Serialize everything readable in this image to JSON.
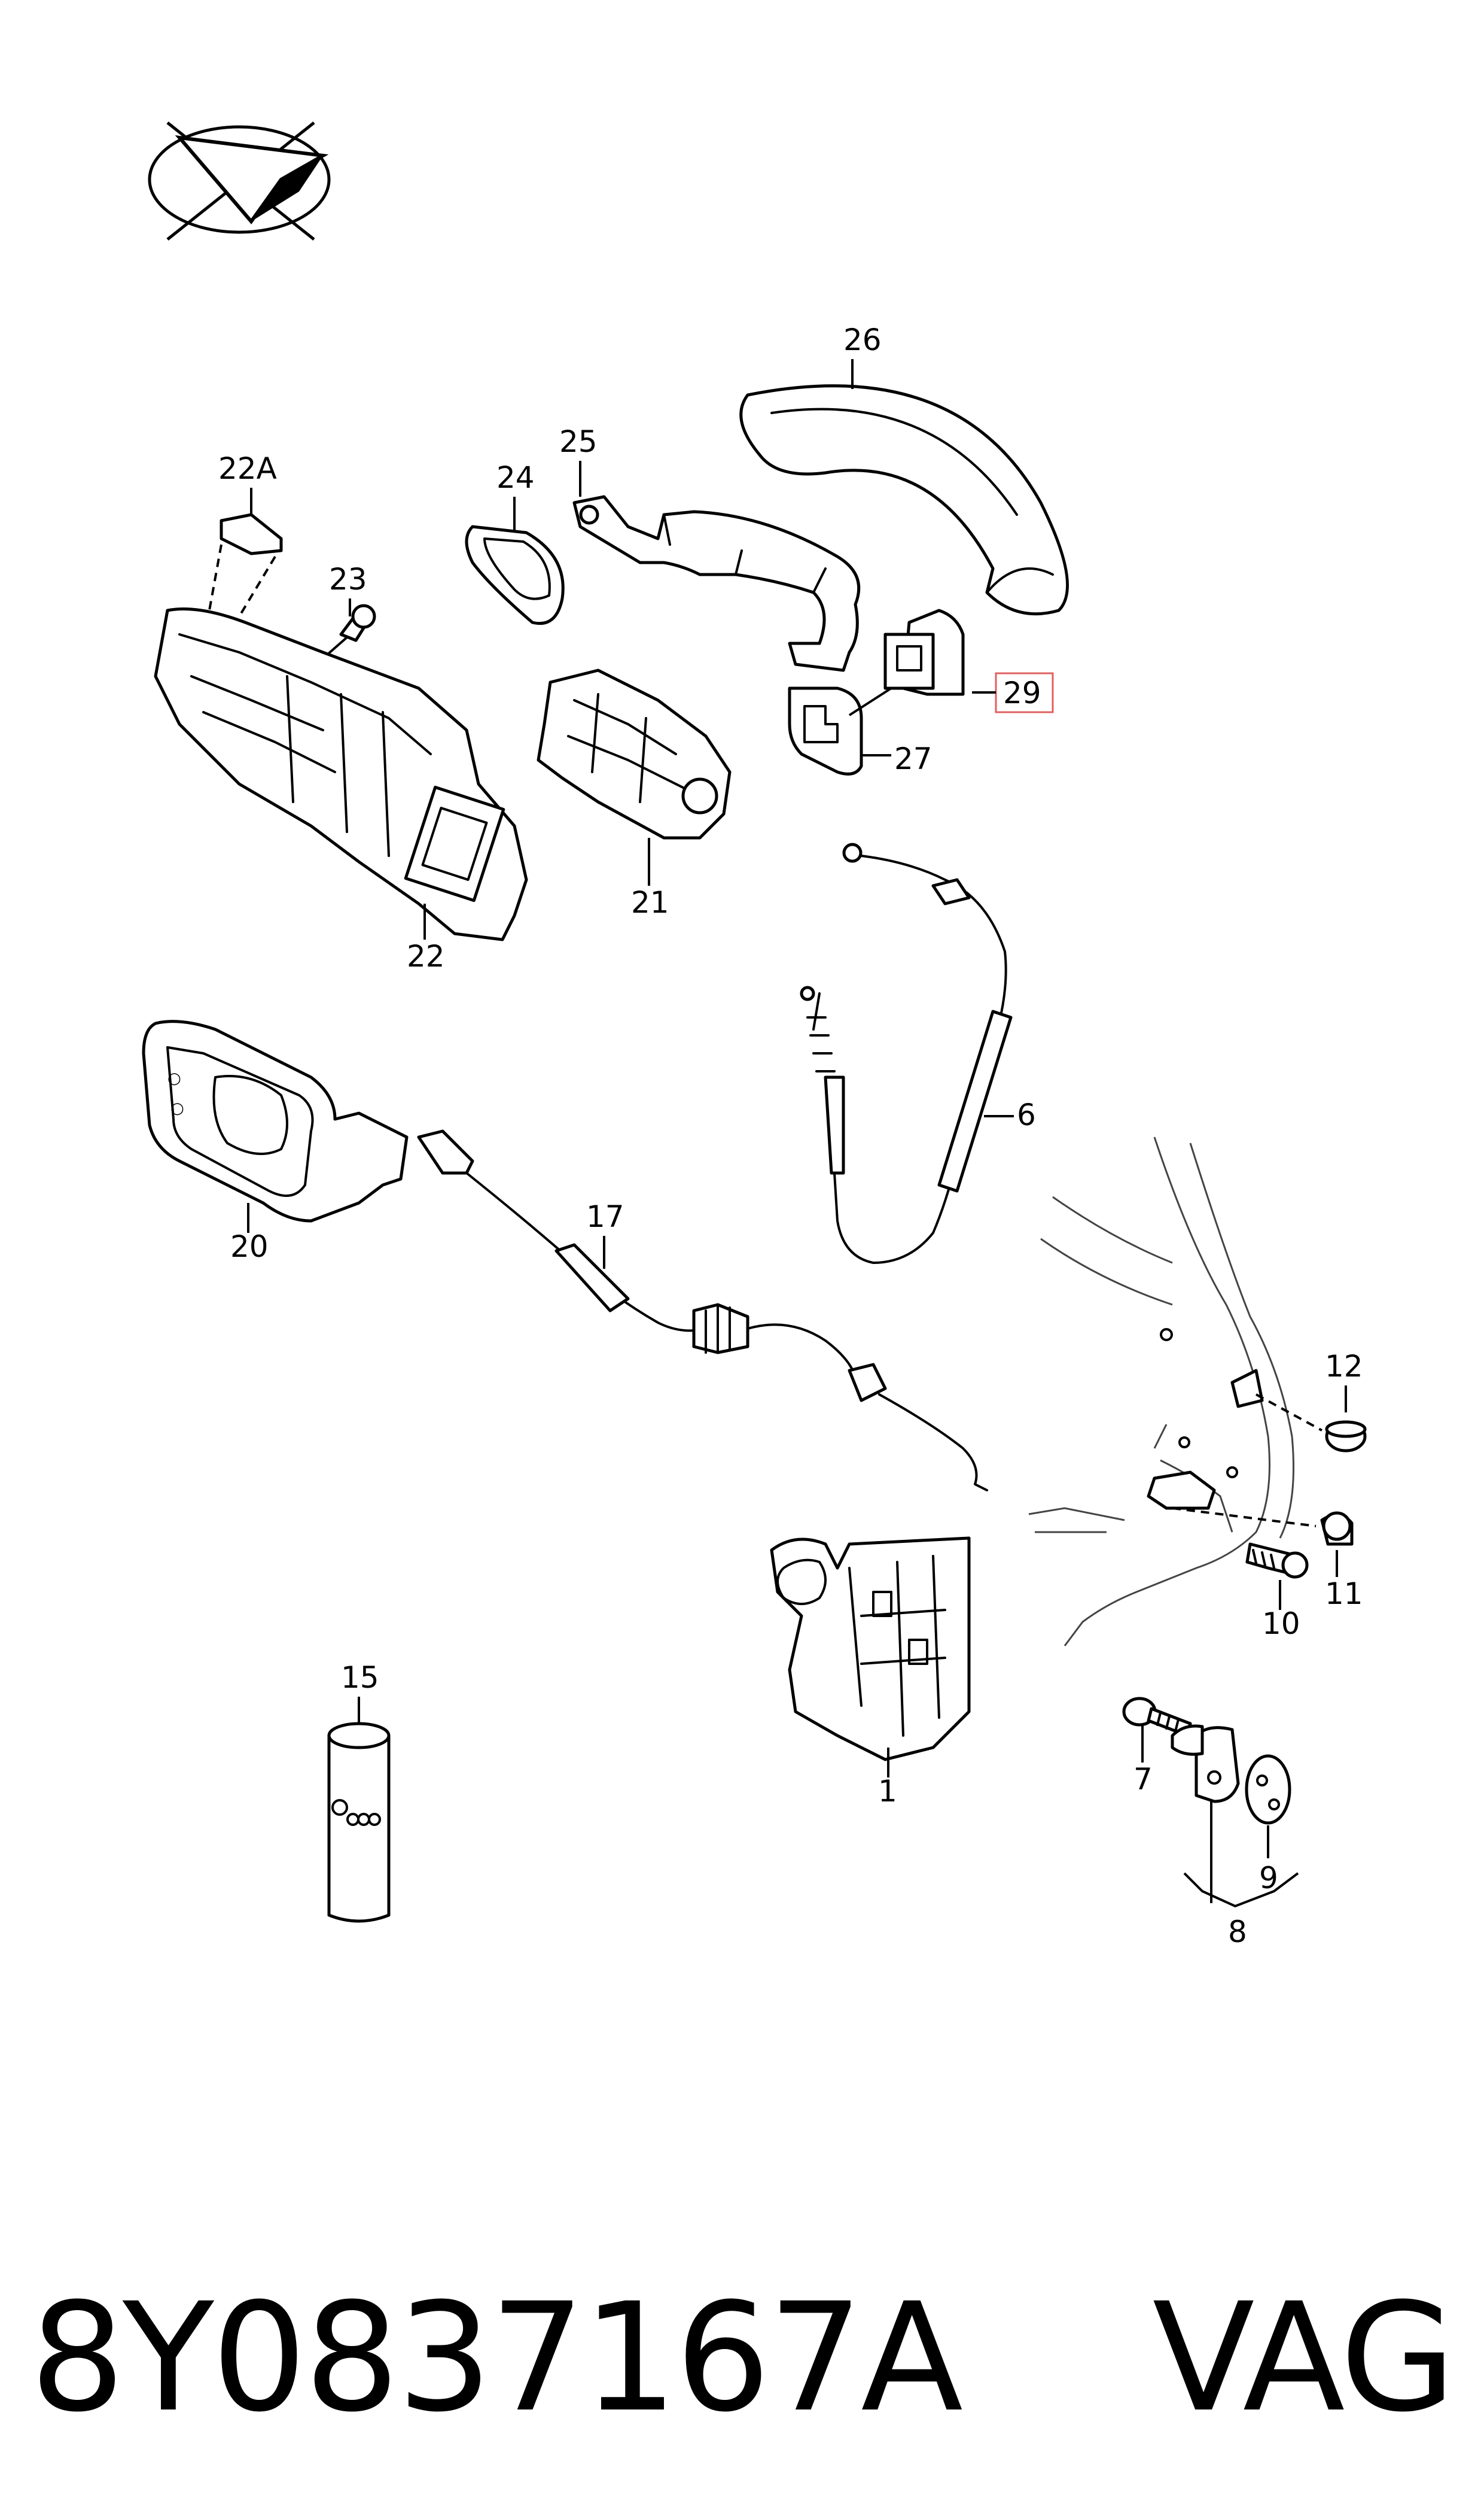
{
  "callouts": {
    "c1": "1",
    "c6": "6",
    "c7": "7",
    "c8": "8",
    "c9": "9",
    "c10": "10",
    "c11": "11",
    "c12": "12",
    "c15": "15",
    "c17": "17",
    "c20": "20",
    "c21": "21",
    "c22": "22",
    "c22a": "22A",
    "c23": "23",
    "c24": "24",
    "c25": "25",
    "c26": "26",
    "c27": "27",
    "c29": "29"
  },
  "highlight": {
    "part": "29",
    "color": "#e06060"
  },
  "footer": {
    "part_number": "8Y0837167A",
    "brand": "VAG"
  }
}
